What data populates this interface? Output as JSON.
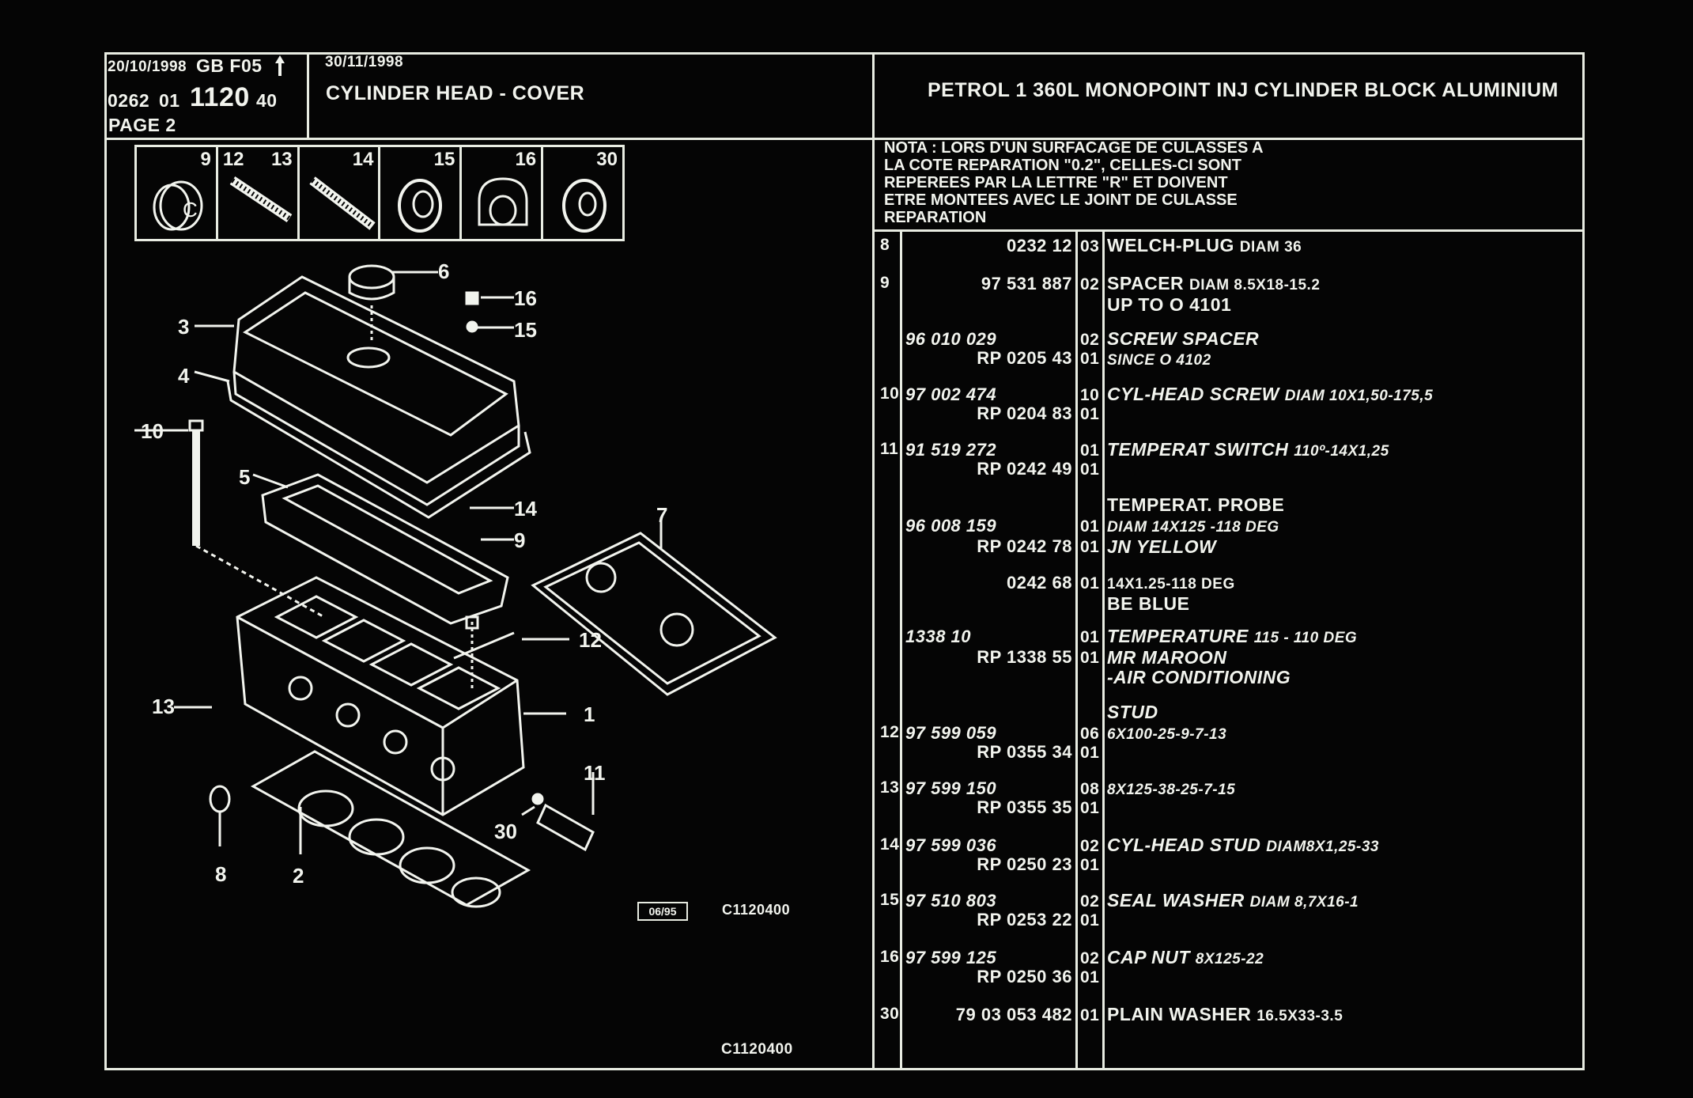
{
  "header": {
    "date1": "20/10/1998",
    "gb_code": "GB F05",
    "code_a": "0262",
    "code_b": "01",
    "code_main": "1120",
    "code_c": "40",
    "page": "PAGE 2",
    "date2": "30/11/1998",
    "section_title": "CYLINDER HEAD - COVER",
    "engine_title": "PETROL 1 360L MONOPOINT INJ CYLINDER BLOCK ALUMINIUM"
  },
  "icon_strip": [
    {
      "num": "9",
      "icon": "spacer-icon"
    },
    {
      "num_left": "12",
      "num": "13",
      "icon": "stud-icon"
    },
    {
      "num": "14",
      "icon": "cyl-head-stud-icon"
    },
    {
      "num": "15",
      "icon": "seal-washer-icon"
    },
    {
      "num": "16",
      "icon": "cap-nut-icon"
    },
    {
      "num": "30",
      "icon": "plain-washer-icon"
    }
  ],
  "note": [
    "NOTA : LORS D'UN SURFACAGE DE CULASSES A",
    "LA COTE REPARATION \"0.2\", CELLES-CI SONT",
    "REPEREES PAR LA LETTRE \"R\" ET DOIVENT",
    "ETRE MONTEES AVEC LE JOINT DE CULASSE",
    "REPARATION"
  ],
  "callouts": {
    "c1": "1",
    "c2": "2",
    "c3": "3",
    "c4": "4",
    "c5": "5",
    "c6": "6",
    "c7": "7",
    "c8": "8",
    "c9": "9",
    "c10": "10",
    "c11": "11",
    "c12": "12",
    "c13": "13",
    "c14": "14",
    "c15": "15",
    "c16": "16",
    "c30": "30"
  },
  "diagram_codes": {
    "date_box": "06/95",
    "drawing_ref": "C1120400",
    "footer_ref": "C1120400"
  },
  "parts": {
    "r8": {
      "ref": "8",
      "pn": "0232 12",
      "qty": "03",
      "desc_main": "WELCH-PLUG",
      "desc_small": "DIAM 36"
    },
    "r9": {
      "ref": "9",
      "pn": "97 531 887",
      "qty": "02",
      "desc_main": "SPACER",
      "desc_small": "DIAM 8.5X18-15.2",
      "desc2": "UP TO O 4101"
    },
    "r9b": {
      "pn_it": "96 010 029",
      "pn_rp": "RP  0205 43",
      "qty1": "02",
      "qty2": "01",
      "desc1": "SCREW SPACER",
      "desc2": "SINCE O 4102"
    },
    "r10": {
      "ref": "10",
      "pn_it": "97 002 474",
      "pn_rp": "RP  0204 83",
      "qty1": "10",
      "qty2": "01",
      "desc_main": "CYL-HEAD SCREW",
      "desc_small": "DIAM 10X1,50-175,5"
    },
    "r11": {
      "ref": "11",
      "pn_it": "91 519 272",
      "pn_rp": "RP  0242 49",
      "qty1": "01",
      "qty2": "01",
      "desc_main": "TEMPERAT SWITCH",
      "desc_small": "110º-14X1,25"
    },
    "r11b": {
      "desc_head": "TEMPERAT. PROBE",
      "pn_it": "96 008 159",
      "pn_rp": "RP  0242 78",
      "qty1": "01",
      "qty2": "01",
      "desc1": "DIAM 14X125 -118 DEG",
      "desc2": "JN YELLOW"
    },
    "r11c": {
      "pn": "0242 68",
      "qty": "01",
      "desc1": "14X1.25-118 DEG",
      "desc2": "BE BLUE"
    },
    "r11d": {
      "pn_it": "1338 10",
      "pn_rp": "RP  1338 55",
      "qty1": "01",
      "qty2": "01",
      "desc_main": "TEMPERATURE",
      "desc_small": "115 - 110 DEG",
      "desc2": "MR MAROON",
      "desc3": "-AIR CONDITIONING"
    },
    "r12": {
      "ref": "12",
      "desc_head": "STUD",
      "pn_it": "97 599 059",
      "pn_rp": "RP  0355 34",
      "qty1": "06",
      "qty2": "01",
      "desc1": "6X100-25-9-7-13"
    },
    "r13": {
      "ref": "13",
      "pn_it": "97 599 150",
      "pn_rp": "RP  0355 35",
      "qty1": "08",
      "qty2": "01",
      "desc1": "8X125-38-25-7-15"
    },
    "r14": {
      "ref": "14",
      "pn_it": "97 599 036",
      "pn_rp": "RP  0250 23",
      "qty1": "02",
      "qty2": "01",
      "desc_main": "CYL-HEAD STUD",
      "desc_small": "DIAM8X1,25-33"
    },
    "r15": {
      "ref": "15",
      "pn_it": "97 510 803",
      "pn_rp": "RP  0253 22",
      "qty1": "02",
      "qty2": "01",
      "desc_main": "SEAL WASHER",
      "desc_small": "DIAM 8,7X16-1"
    },
    "r16": {
      "ref": "16",
      "pn_it": "97 599 125",
      "pn_rp": "RP  0250 36",
      "qty1": "02",
      "qty2": "01",
      "desc_main": "CAP NUT",
      "desc_small": "8X125-22"
    },
    "r30": {
      "ref": "30",
      "pn": "79 03 053 482",
      "qty": "01",
      "desc_main": "PLAIN WASHER",
      "desc_small": "16.5X33-3.5"
    }
  }
}
